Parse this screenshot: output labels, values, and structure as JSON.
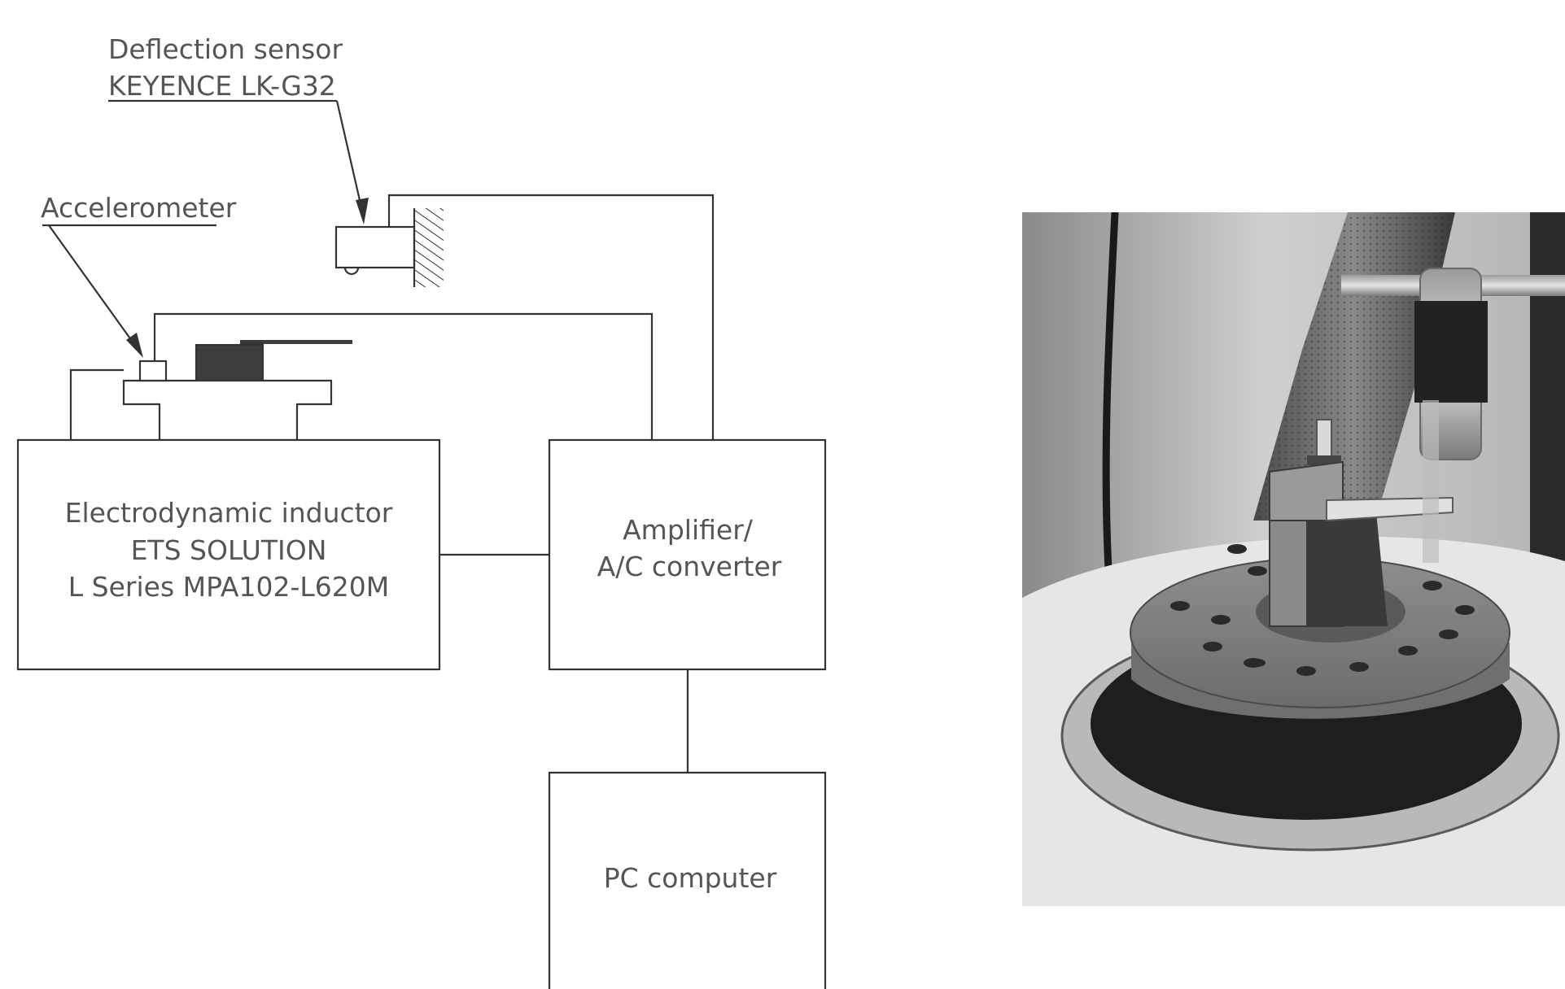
{
  "labels": {
    "deflection_sensor_line1": "Deflection sensor",
    "deflection_sensor_line2": "KEYENCE LK-G32",
    "accelerometer": "Accelerometer",
    "inductor_line1": "Electrodynamic inductor",
    "inductor_line2": "ETS SOLUTION",
    "inductor_line3": "L Series MPA102-L620M",
    "amplifier_line1": "Amplifier/",
    "amplifier_line2": "A/C converter",
    "pc": "PC computer"
  },
  "colors": {
    "line": "#333333",
    "text": "#555555",
    "specimen_block": "#3d3d3d"
  }
}
